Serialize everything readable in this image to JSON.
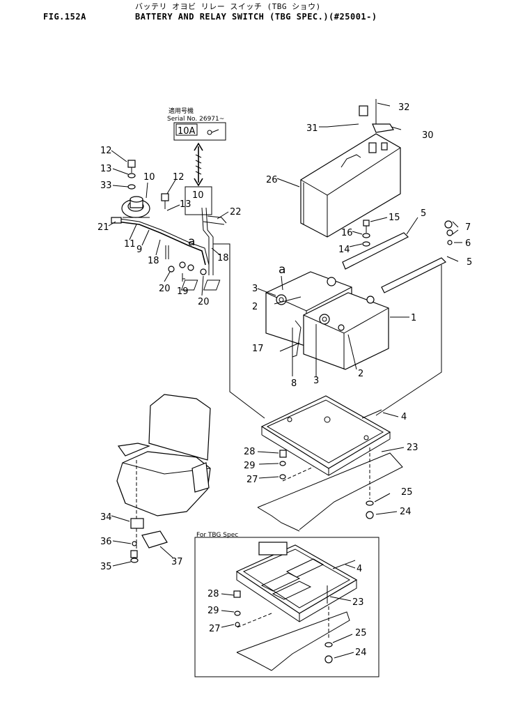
{
  "header": {
    "fig_id": "FIG.152A",
    "title_jp": "バッテリ オヨビ リレー スイッチ (TBG ショウ)",
    "title_en": "BATTERY AND RELAY SWITCH (TBG SPEC.)(#25001-)"
  },
  "serial_note": {
    "line1": "適用号機",
    "line2": "Serial No. 26971~",
    "box_label": "10A"
  },
  "inset": {
    "caption": "For TBG Spec"
  },
  "callouts": [
    "1",
    "2",
    "2",
    "3",
    "3",
    "4",
    "4",
    "5",
    "5",
    "6",
    "7",
    "8",
    "9",
    "10",
    "10",
    "11",
    "12",
    "12",
    "13",
    "13",
    "14",
    "15",
    "16",
    "17",
    "18",
    "18",
    "19",
    "20",
    "20",
    "21",
    "22",
    "23",
    "23",
    "24",
    "24",
    "25",
    "25",
    "26",
    "27",
    "27",
    "28",
    "28",
    "29",
    "29",
    "30",
    "31",
    "32",
    "33",
    "34",
    "35",
    "36",
    "37",
    "a",
    "a"
  ]
}
